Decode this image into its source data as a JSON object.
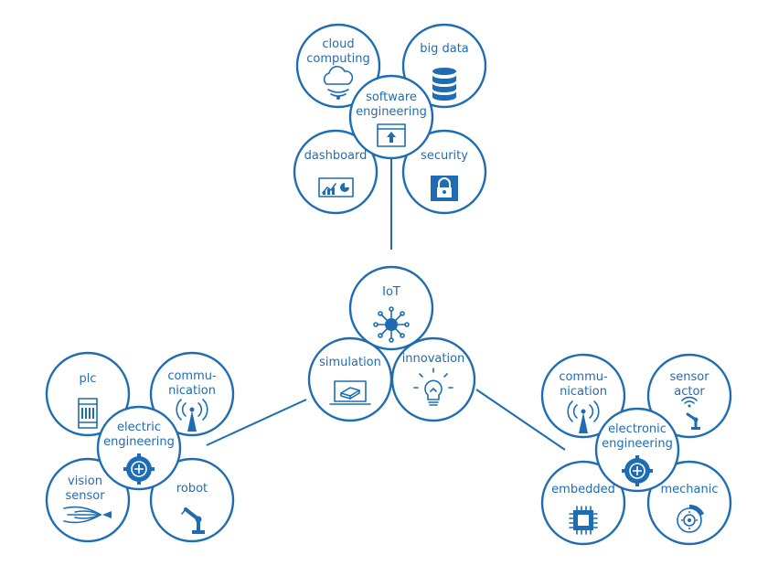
{
  "colors": {
    "accent": "#1e6db4",
    "background": "#ffffff"
  },
  "nodes": {
    "software": {
      "cloud": {
        "line1": "cloud",
        "line2": "computing",
        "icon": "cloud-icon"
      },
      "bigdata": {
        "line1": "big data",
        "icon": "database-icon"
      },
      "dashboard": {
        "line1": "dashboard",
        "icon": "dashboard-chart-icon"
      },
      "security": {
        "line1": "security",
        "icon": "lock-icon"
      },
      "center": {
        "line1": "software",
        "line2": "engineering",
        "icon": "window-upload-icon"
      }
    },
    "core": {
      "iot": {
        "line1": "IoT",
        "icon": "network-hub-icon"
      },
      "simulation": {
        "line1": "simulation",
        "icon": "laptop-box-icon"
      },
      "innovation": {
        "line1": "innovation",
        "icon": "lightbulb-icon"
      }
    },
    "electric": {
      "plc": {
        "line1": "plc",
        "icon": "plc-module-icon"
      },
      "comm": {
        "line1": "commu-",
        "line2": "nication",
        "icon": "antenna-icon"
      },
      "vision": {
        "line1": "vision",
        "line2": "sensor",
        "icon": "vision-sensor-icon"
      },
      "robot": {
        "line1": "robot",
        "icon": "robot-arm-icon"
      },
      "center": {
        "line1": "electric",
        "line2": "engineering",
        "icon": "gear-circuit-icon"
      }
    },
    "electronic": {
      "comm": {
        "line1": "commu-",
        "line2": "nication",
        "icon": "antenna-icon"
      },
      "sensor": {
        "line1": "sensor",
        "line2": "actor",
        "icon": "sensor-arm-icon"
      },
      "embedded": {
        "line1": "embedded",
        "icon": "chip-icon"
      },
      "mechanic": {
        "line1": "mechanic",
        "icon": "brake-disc-icon"
      },
      "center": {
        "line1": "electronic",
        "line2": "engineering",
        "icon": "gear-circuit-icon"
      }
    }
  }
}
